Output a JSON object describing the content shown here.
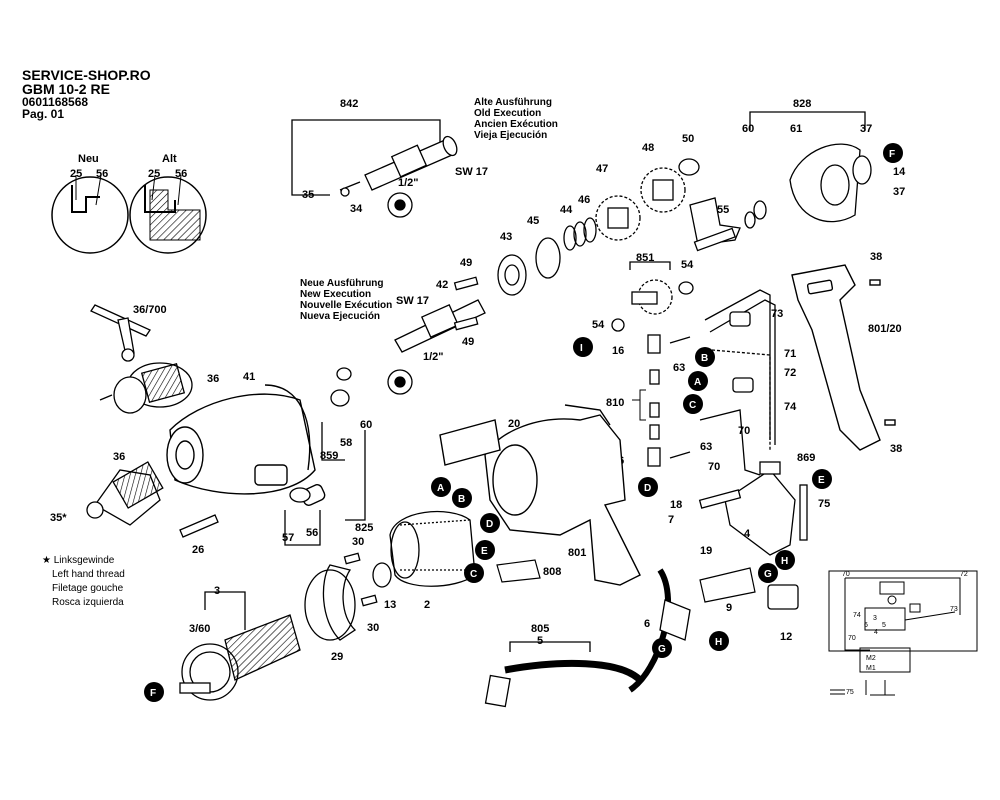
{
  "header": {
    "shop": "SERVICE-SHOP.RO",
    "model": "GBM 10-2 RE",
    "part_number": "0601168568",
    "page": "Pag. 01"
  },
  "detail": {
    "new_label": "Neu",
    "old_label": "Alt",
    "new_left": "25",
    "new_right": "56",
    "old_left": "25",
    "old_right": "56"
  },
  "old_execution": [
    "Alte Ausführung",
    "Old Execution",
    "Ancien Exécution",
    "Vieja Ejecución"
  ],
  "new_execution": [
    "Neue Ausführung",
    "New Execution",
    "Nouvelle Exécution",
    "Nueva Ejecución"
  ],
  "left_hand": [
    "Linksgewinde",
    "Left hand thread",
    "Filetage gouche",
    "Rosca izquierda"
  ],
  "labels": {
    "l842": "842",
    "sw17a": "SW 17",
    "sw17b": "SW 17",
    "half_a": "1/2\"",
    "half_b": "1/2\"",
    "l35": "35",
    "l34": "34",
    "l35s": "35*",
    "l36700": "36/700",
    "l36a": "36",
    "l36b": "36",
    "l41": "41",
    "l42": "42",
    "l49a": "49",
    "l49b": "49",
    "l43": "43",
    "l45": "45",
    "l44": "44",
    "l46": "46",
    "l47": "47",
    "l48": "48",
    "l50": "50",
    "l55": "55",
    "l60a": "60",
    "l61": "61",
    "l828": "828",
    "l37a": "37",
    "l37b": "37",
    "l14": "14",
    "l38a": "38",
    "l38b": "38",
    "l80120": "801/20",
    "l851": "851",
    "l54a": "54",
    "l54b": "54",
    "l16a": "16",
    "l16b": "16",
    "l63a": "63",
    "l63b": "63",
    "l73": "73",
    "l71": "71",
    "l72": "72",
    "l74": "74",
    "l70a": "70",
    "l70b": "70",
    "l810": "810",
    "l869": "869",
    "l75": "75",
    "l18": "18",
    "l7": "7",
    "l19": "19",
    "l4": "4",
    "l20": "20",
    "l801": "801",
    "l808": "808",
    "l9": "9",
    "l12": "12",
    "l6": "6",
    "l805": "805",
    "l5": "5",
    "l859": "859",
    "l58": "58",
    "l60b": "60",
    "l825": "825",
    "l57": "57",
    "l56": "56",
    "l26": "26",
    "l30a": "30",
    "l30b": "30",
    "l13": "13",
    "l2": "2",
    "l3": "3",
    "l360": "3/60",
    "l29": "29"
  },
  "markers": {
    "A": "A",
    "B": "B",
    "C": "C",
    "D": "D",
    "E": "E",
    "F": "F",
    "G": "G",
    "H": "H",
    "I": "I"
  },
  "circuit": {
    "c70": "70",
    "c72": "72",
    "c74": "74",
    "c3": "3",
    "c6": "6",
    "c5": "5",
    "c73": "73",
    "c70b": "70",
    "cM2": "M2",
    "cM1": "M1",
    "c75": "75",
    "c4": "4"
  }
}
